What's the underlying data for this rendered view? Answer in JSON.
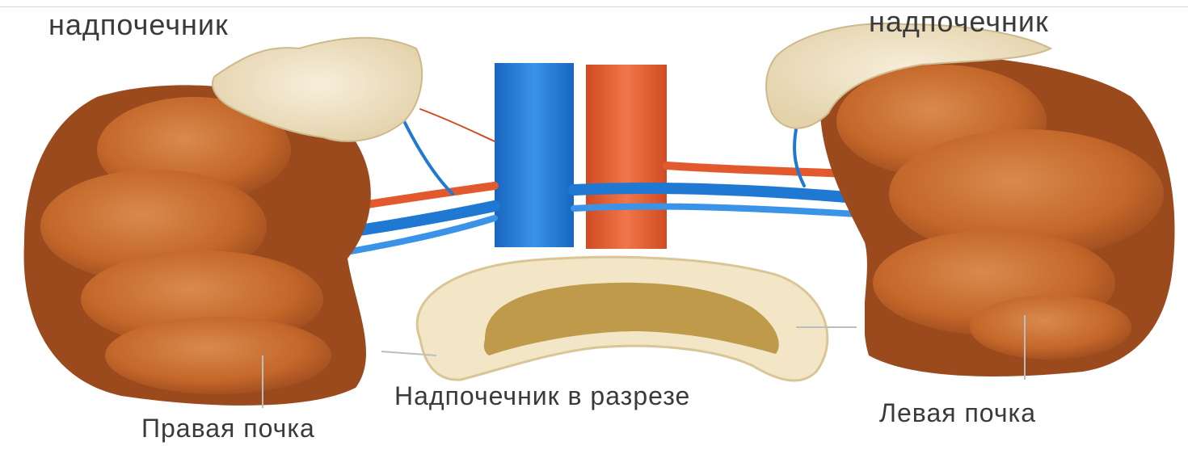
{
  "labels": {
    "adrenal_left": "надпочечник",
    "adrenal_right": "надпочечник",
    "adrenal_section": "Надпочечник в разрезе",
    "right_kidney": "Правая почка",
    "left_kidney": "Левая почка"
  },
  "colors": {
    "kidney": "#c4672a",
    "kidney_dark": "#8a3a17",
    "adrenal": "#efe2c4",
    "vein": "#1f78d1",
    "artery": "#e2592e",
    "medulla": "#bf9a4a"
  }
}
